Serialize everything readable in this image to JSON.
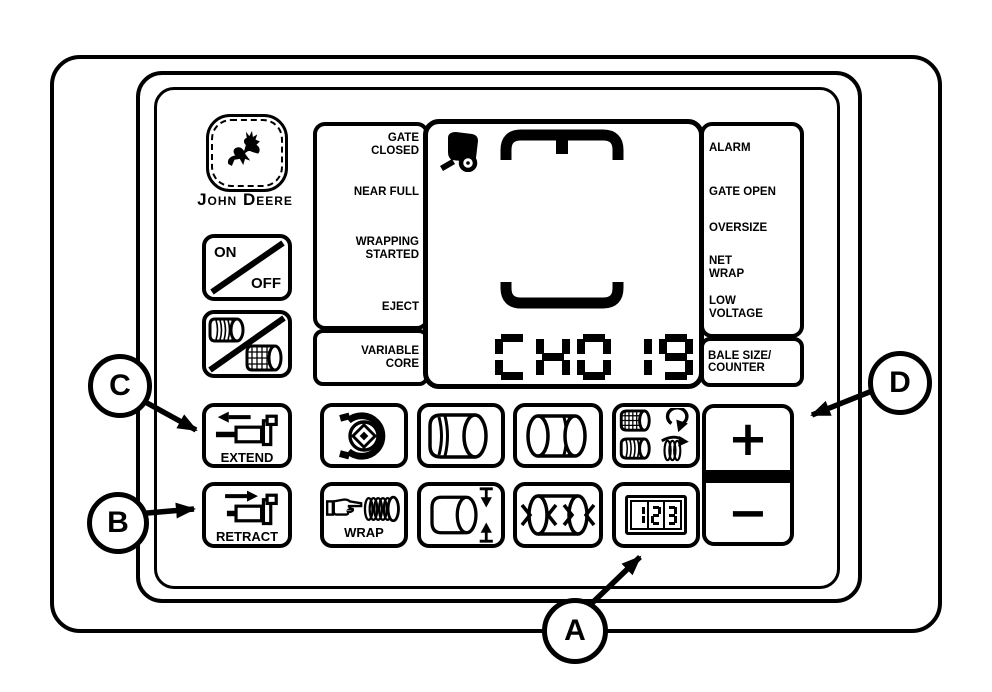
{
  "colors": {
    "ink": "#000000",
    "paper": "#ffffff"
  },
  "brand": {
    "name": "John Deere"
  },
  "callouts": {
    "a": "A",
    "b": "B",
    "c": "C",
    "d": "D"
  },
  "power_button": {
    "on_label": "ON",
    "off_label": "OFF"
  },
  "left_panel": {
    "gate_closed": "GATE\nCLOSED",
    "near_full": "NEAR FULL",
    "wrapping_started": "WRAPPING\nSTARTED",
    "eject": "EJECT",
    "variable_core": "VARIABLE\nCORE"
  },
  "right_panel": {
    "alarm": "ALARM",
    "gate_open": "GATE OPEN",
    "oversize": "OVERSIZE",
    "net_wrap": "NET\nWRAP",
    "low_voltage": "LOW\nVOLTAGE",
    "bale_size_counter": "BALE SIZE/\nCOUNTER"
  },
  "display": {
    "value": "CH019"
  },
  "buttons": {
    "extend_label": "EXTEND",
    "retract_label": "RETRACT",
    "wrap_label": "WRAP",
    "plus_label": "+",
    "minus_label": "−",
    "counter_value": "123"
  },
  "icons": {
    "deer-icon": "leaping deer silhouette in squircle (svg)",
    "twine-bale-icon": "cylinder bale with twine rings (svg)",
    "net-bale-icon": "cylinder bale with mesh crosshatch (svg)",
    "baler-icon": "round baler machine silhouette (svg)",
    "gate-segment-icon": "upper bale-chamber bracket (svg)",
    "bale-segment-icon": "lower bale-chamber bracket (svg)",
    "actuator-extend-icon": "linear actuator with left arrow (svg)",
    "actuator-retract-icon": "linear actuator with right arrow (svg)",
    "twine-arm-icon": "end-view bale with wrap band (svg)",
    "hand-coil-icon": "pointing hand with twine coil (svg)",
    "bale-core-left-icon": "bale with rings near left face (svg)",
    "bale-core-right-icon": "bale with rings near right face (svg)",
    "bale-diameter-icon": "bale with vertical inward arrows (svg)",
    "bale-compress-icon": "bale with horizontal inward chevrons (svg)",
    "wrap-count-icon": "net and twine bales with spiral arrows (svg)",
    "counter-digits-icon": "boxed 7-segment 123 (css)"
  }
}
